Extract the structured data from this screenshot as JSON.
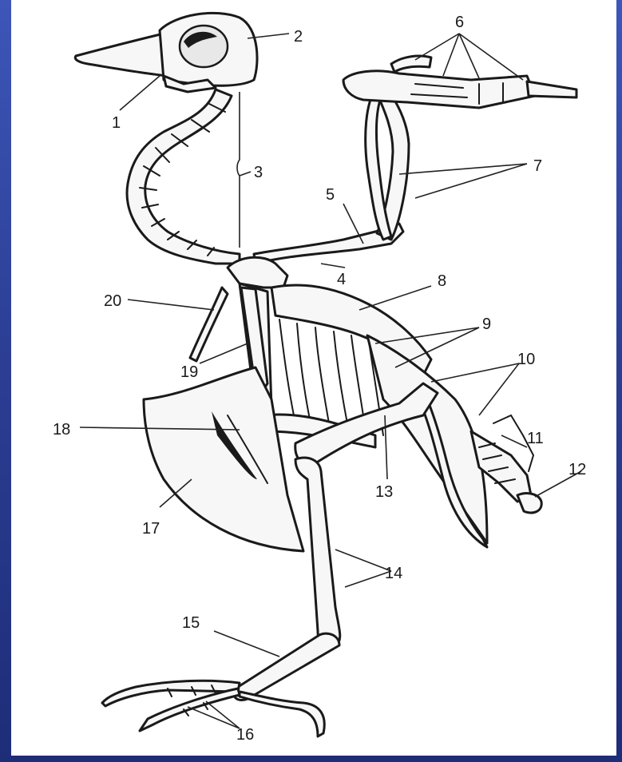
{
  "labels": {
    "l1": "1",
    "l2": "2",
    "l3": "3",
    "l4": "4",
    "l5": "5",
    "l6": "6",
    "l7": "7",
    "l8": "8",
    "l9": "9",
    "l10": "10",
    "l11": "11",
    "l12": "12",
    "l13": "13",
    "l14": "14",
    "l15": "15",
    "l16": "16",
    "l17": "17",
    "l18": "18",
    "l19": "19",
    "l20": "20"
  },
  "colors": {
    "background": "#2c3f95",
    "panel": "#ffffff",
    "ink": "#1a1a1a"
  }
}
